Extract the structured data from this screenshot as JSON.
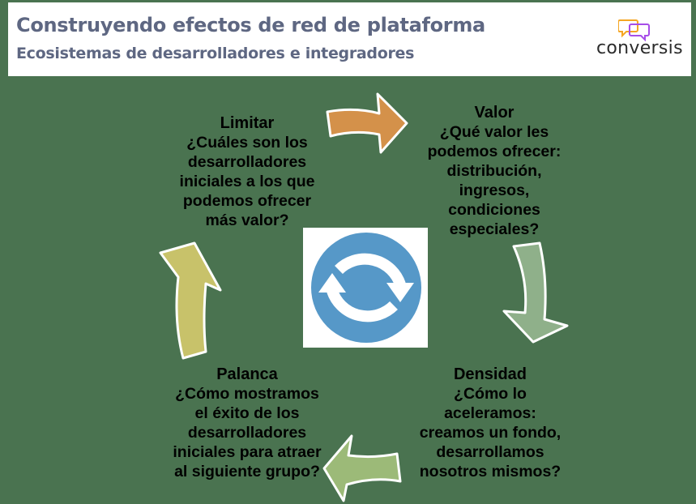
{
  "header": {
    "title": "Construyendo efectos de red de plataforma",
    "subtitle": "Ecosistemas de desarrolladores e integradores",
    "logo_text": "conversis",
    "logo_icon": "speech-bubbles-icon"
  },
  "colors": {
    "background": "#4a7350",
    "title_text": "#5e6782",
    "arrow_limitar_to_valor": "#d4914a",
    "arrow_valor_to_densidad": "#8fb08a",
    "arrow_densidad_to_palanca": "#9cba78",
    "arrow_palanca_to_limitar": "#c8c26a",
    "cycle_icon": "#5698c8",
    "logo_orange": "#f5a623",
    "logo_purple": "#a64ee8"
  },
  "center_icon": "refresh-cycle-icon",
  "cycle": {
    "limitar": {
      "heading": "Limitar",
      "lines": [
        "¿Cuáles son los",
        "desarrolladores",
        "iniciales a los que",
        "podemos ofrecer",
        "más valor?"
      ]
    },
    "valor": {
      "heading": "Valor",
      "lines": [
        "¿Qué valor les",
        "podemos ofrecer:",
        "distribución,",
        "ingresos,",
        "condiciones",
        "especiales?"
      ]
    },
    "densidad": {
      "heading": "Densidad",
      "lines": [
        "¿Cómo lo",
        "aceleramos:",
        "creamos un fondo,",
        "desarrollamos",
        "nosotros mismos?"
      ]
    },
    "palanca": {
      "heading": "Palanca",
      "lines": [
        "¿Cómo mostramos",
        "el éxito de los",
        "desarrolladores",
        "iniciales para atraer",
        "al siguiente grupo?"
      ]
    }
  }
}
